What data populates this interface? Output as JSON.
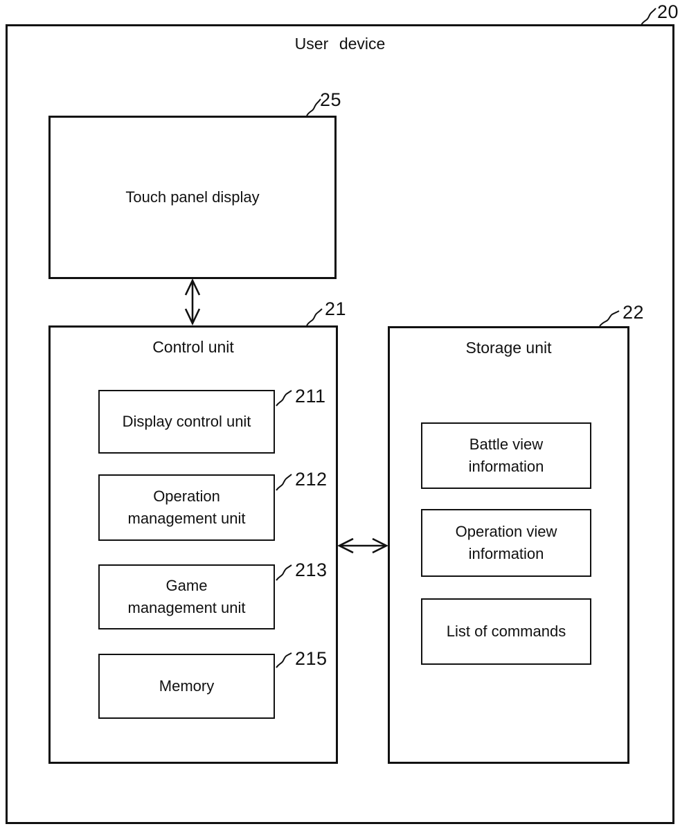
{
  "figure": {
    "title": "User device",
    "type": "patent-block-diagram",
    "background_color": "#ffffff",
    "line_color": "#111111"
  },
  "blocks": {
    "user_device": {
      "label": "User device",
      "ref": "20"
    },
    "touch_panel": {
      "label": "Touch panel display",
      "ref": "25"
    },
    "control_unit": {
      "label": "Control unit",
      "ref": "21"
    },
    "storage_unit": {
      "label": "Storage unit",
      "ref": "22"
    },
    "control_children": [
      {
        "lines": [
          "Display control unit"
        ],
        "ref": "211"
      },
      {
        "lines": [
          "Operation",
          "management unit"
        ],
        "ref": "212"
      },
      {
        "lines": [
          "Game",
          "management unit"
        ],
        "ref": "213"
      },
      {
        "lines": [
          "Memory"
        ],
        "ref": "215"
      }
    ],
    "storage_children": [
      {
        "lines": [
          "Battle view",
          "information"
        ]
      },
      {
        "lines": [
          "Operation view",
          "information"
        ]
      },
      {
        "lines": [
          "List of commands"
        ]
      }
    ]
  },
  "connections": [
    {
      "from": "touch_panel",
      "to": "control_unit",
      "style": "double-headed-arrow",
      "orientation": "vertical"
    },
    {
      "from": "control_unit",
      "to": "storage_unit",
      "style": "double-headed-arrow",
      "orientation": "horizontal"
    }
  ]
}
